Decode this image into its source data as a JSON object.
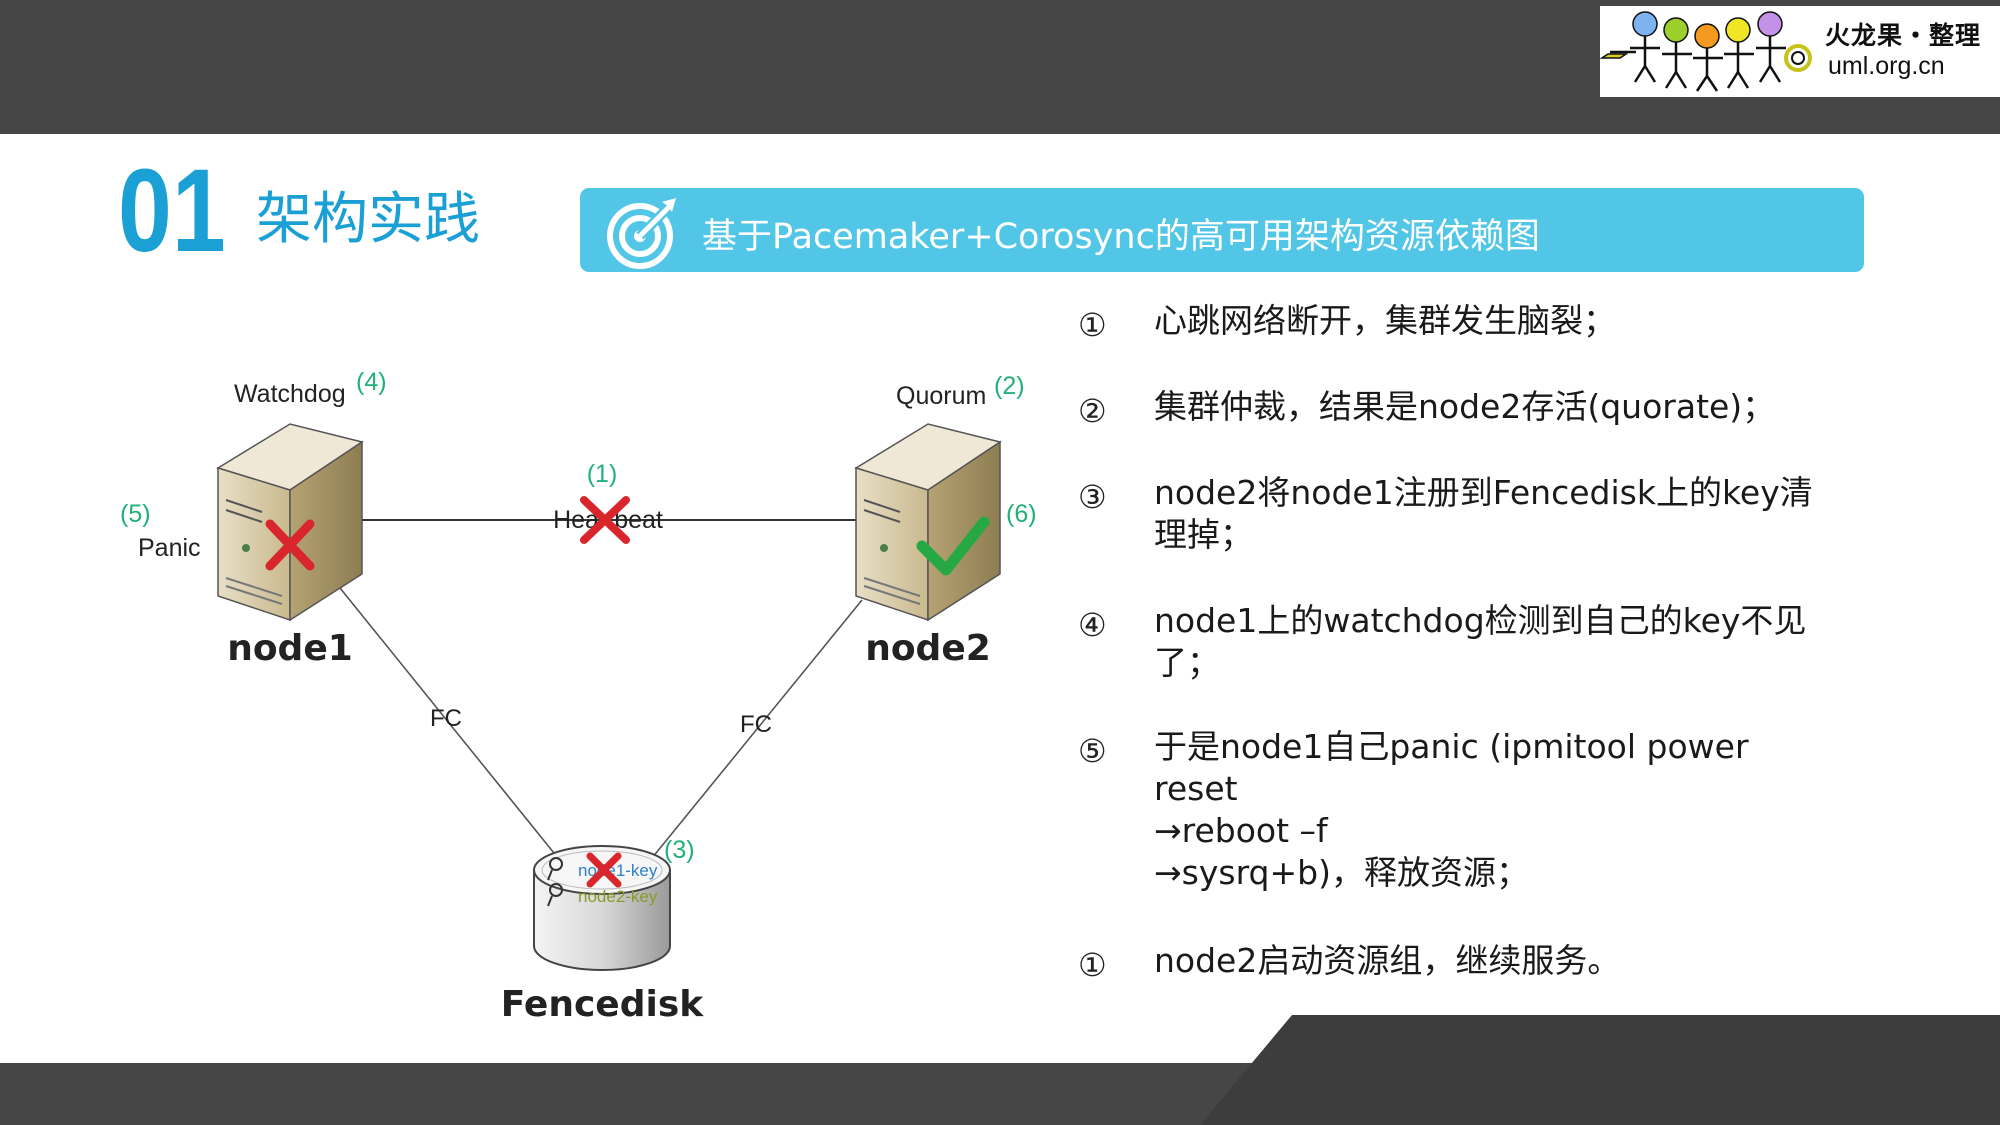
{
  "logo": {
    "title": "火龙果・整理",
    "url": "uml.org.cn"
  },
  "section": {
    "number": "01",
    "title": "架构实践"
  },
  "banner": {
    "text": "基于Pacemaker+Corosync的高可用架构资源依赖图",
    "icon": "target-icon"
  },
  "diagram": {
    "nodes": [
      {
        "id": "node1",
        "label": "node1",
        "status": "failed",
        "status_icon": "red-x-icon"
      },
      {
        "id": "node2",
        "label": "node2",
        "status": "alive",
        "status_icon": "green-check-icon"
      },
      {
        "id": "fencedisk",
        "label": "Fencedisk",
        "keys": [
          "node1-key",
          "node2-key"
        ]
      }
    ],
    "labels": {
      "watchdog": "Watchdog",
      "watchdog_num": "(4)",
      "quorum": "Quorum",
      "quorum_num": "(2)",
      "panic": "Panic",
      "panic_num": "(5)",
      "heartbeat": "Heartbeat",
      "heartbeat_num": "(1)",
      "node2_num": "(6)",
      "fencedisk_num": "(3)",
      "fc_left": "FC",
      "fc_right": "FC"
    }
  },
  "steps": [
    {
      "num": "①",
      "text": "心跳网络断开，集群发生脑裂；"
    },
    {
      "num": "②",
      "text": "集群仲裁，结果是node2存活(quorate)；"
    },
    {
      "num": "③",
      "text": "node2将node1注册到Fencedisk上的key清\n理掉；"
    },
    {
      "num": "④",
      "text": "node1上的watchdog检测到自己的key不见\n了；"
    },
    {
      "num": "⑤",
      "text": "于是node1自己panic (ipmitool power\nreset\n  →reboot –f\n  →sysrq+b)，释放资源；"
    },
    {
      "num": "①",
      "text": "node2启动资源组，继续服务。"
    }
  ],
  "colors": {
    "accent": "#1aa0d4",
    "banner": "#51c6e6",
    "annotation": "#22b07a",
    "fail": "#d9262c",
    "ok": "#26a845"
  }
}
